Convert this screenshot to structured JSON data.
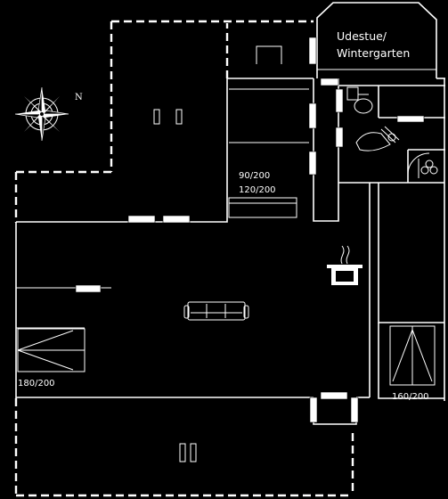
{
  "rooms": {
    "conservatory_line1": "Udestue/",
    "conservatory_line2": "Wintergarten"
  },
  "beds": {
    "bunk_line1": "90/200",
    "bunk_line2": "120/200",
    "left": "180/200",
    "right": "160/200"
  },
  "compass": {
    "north": "N"
  },
  "colors": {
    "background": "#000000",
    "lines": "#ffffff"
  },
  "icons": [
    "compass-rose-icon",
    "sofa-icon",
    "cooking-pot-icon",
    "toilet-icon",
    "shower-icon",
    "sauna-stove-icon",
    "bed-icon",
    "bunk-bed-icon",
    "table-icon"
  ]
}
